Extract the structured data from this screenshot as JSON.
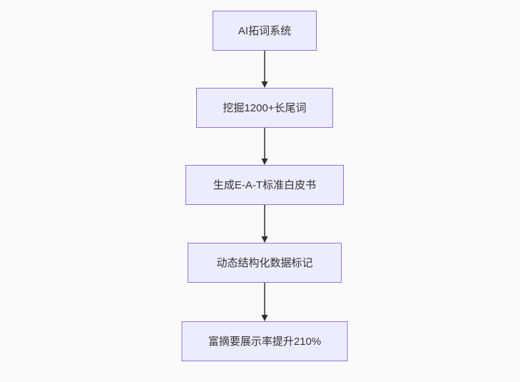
{
  "flowchart": {
    "type": "flowchart",
    "direction": "top-to-bottom",
    "nodes": [
      {
        "id": "A",
        "label": "AI拓词系统"
      },
      {
        "id": "B",
        "label": "挖掘1200+长尾词"
      },
      {
        "id": "C",
        "label": "生成E-A-T标准白皮书"
      },
      {
        "id": "D",
        "label": "动态结构化数据标记"
      },
      {
        "id": "E",
        "label": "富摘要展示率提升210%"
      }
    ],
    "edges": [
      {
        "from": "A",
        "to": "B"
      },
      {
        "from": "B",
        "to": "C"
      },
      {
        "from": "C",
        "to": "D"
      },
      {
        "from": "D",
        "to": "E"
      }
    ],
    "colors": {
      "background": "#fafafa",
      "node_fill": "#ececff",
      "node_border": "#9370db",
      "node_text": "#333333",
      "arrow_line": "#3b3b3b",
      "arrow_head": "#2e2e2e"
    }
  }
}
